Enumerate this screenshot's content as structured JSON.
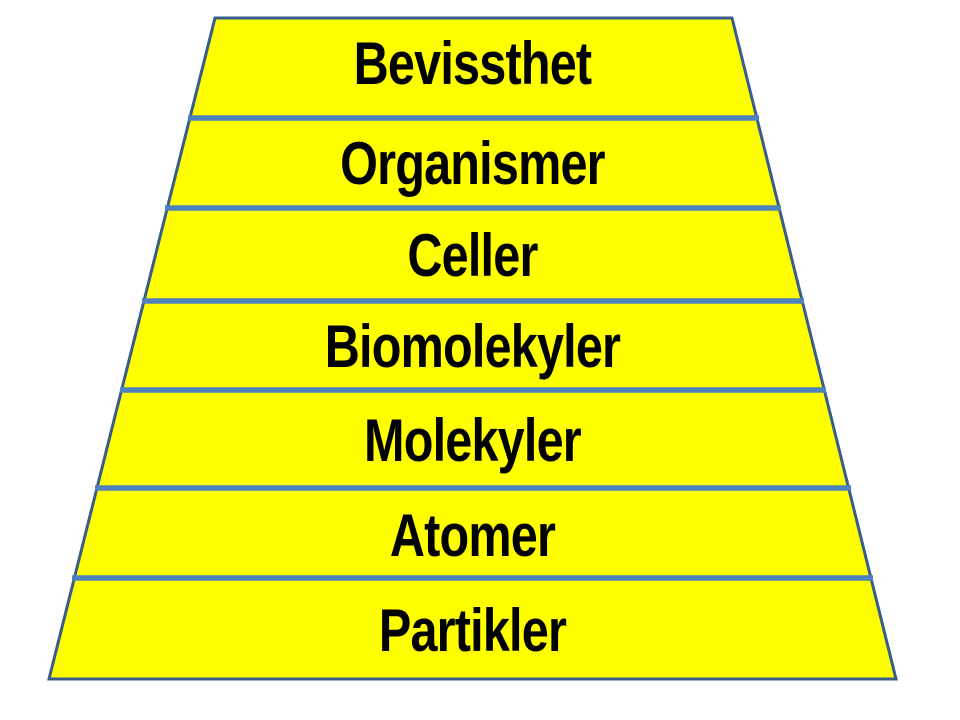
{
  "pyramid": {
    "description": "Seven-level hierarchy trapezoid diagram",
    "levels": [
      {
        "label": "Bevissthet"
      },
      {
        "label": "Organismer"
      },
      {
        "label": "Celler"
      },
      {
        "label": "Biomolekyler"
      },
      {
        "label": "Molekyler"
      },
      {
        "label": "Atomer"
      },
      {
        "label": "Partikler"
      }
    ]
  },
  "colors": {
    "level-fill": "#ffff00",
    "outline-stroke": "#385d8a",
    "divider-stroke": "#4f81bd",
    "label-text": "#000000",
    "background": "#ffffff"
  }
}
